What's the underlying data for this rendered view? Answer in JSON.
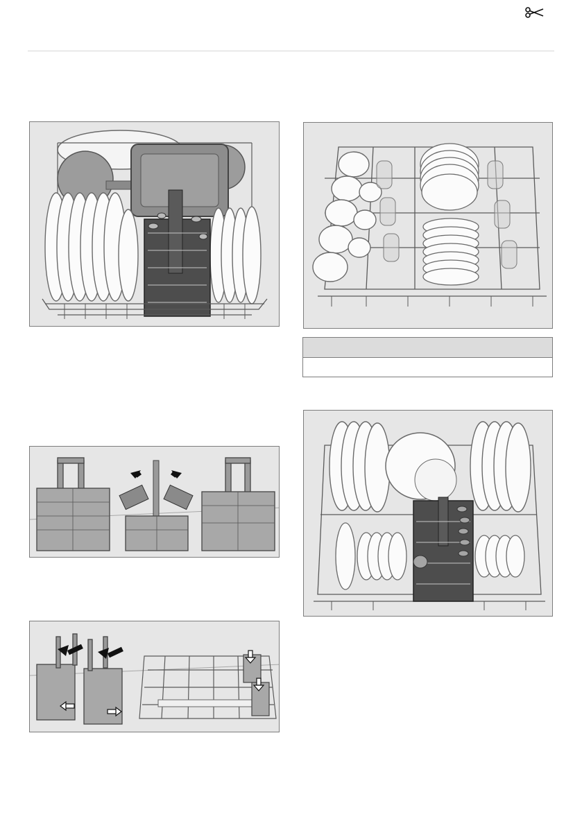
{
  "page": {
    "icons": {
      "scissor": "scissor-icon"
    },
    "colors": {
      "frame": "#7d7d7d",
      "panel": "#e6e6e6",
      "wire": "#5a5a5a",
      "dish": "#fbfbfb",
      "table_header": "#dcdcdc"
    }
  },
  "figures": [
    {
      "id": "fig1",
      "name": "lower-rack-loaded-illustration"
    },
    {
      "id": "fig2",
      "name": "upper-rack-cups-plates-illustration"
    },
    {
      "id": "fig3",
      "name": "cutlery-basket-split-illustration"
    },
    {
      "id": "fig4",
      "name": "cutlery-basket-insert-illustration"
    },
    {
      "id": "fig5",
      "name": "lower-rack-plates-bowls-illustration"
    }
  ],
  "table": {
    "header": "",
    "row": ""
  }
}
